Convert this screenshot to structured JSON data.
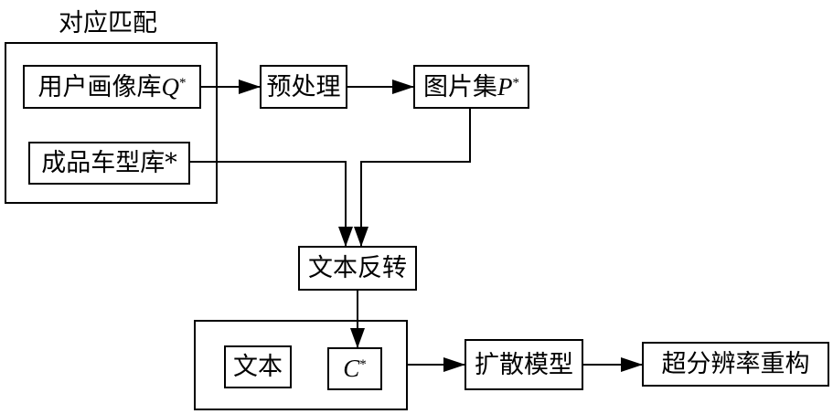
{
  "diagram": {
    "group_matching": {
      "title": "对应匹配"
    },
    "nodes": {
      "user_profile_lib": {
        "label": "用户画像库",
        "symbol": "Q",
        "sup": "*"
      },
      "finished_vehicle_lib": {
        "label": "成品车型库*"
      },
      "preprocess": {
        "label": "预处理"
      },
      "image_set": {
        "label": "图片集",
        "symbol": "P",
        "sup": "*"
      },
      "text_inversion": {
        "label": "文本反转"
      },
      "text": {
        "label": "文本"
      },
      "c_star": {
        "symbol": "C",
        "sup": "*"
      },
      "diffusion_model": {
        "label": "扩散模型"
      },
      "super_resolution": {
        "label": "超分辨率重构"
      }
    },
    "edges": [
      {
        "from": "user_profile_lib",
        "to": "preprocess"
      },
      {
        "from": "preprocess",
        "to": "image_set"
      },
      {
        "from": "finished_vehicle_lib",
        "to": "text_inversion"
      },
      {
        "from": "image_set",
        "to": "text_inversion"
      },
      {
        "from": "text_inversion",
        "to": "c_star"
      },
      {
        "from": "text_c_group",
        "to": "diffusion_model"
      },
      {
        "from": "diffusion_model",
        "to": "super_resolution"
      }
    ]
  }
}
